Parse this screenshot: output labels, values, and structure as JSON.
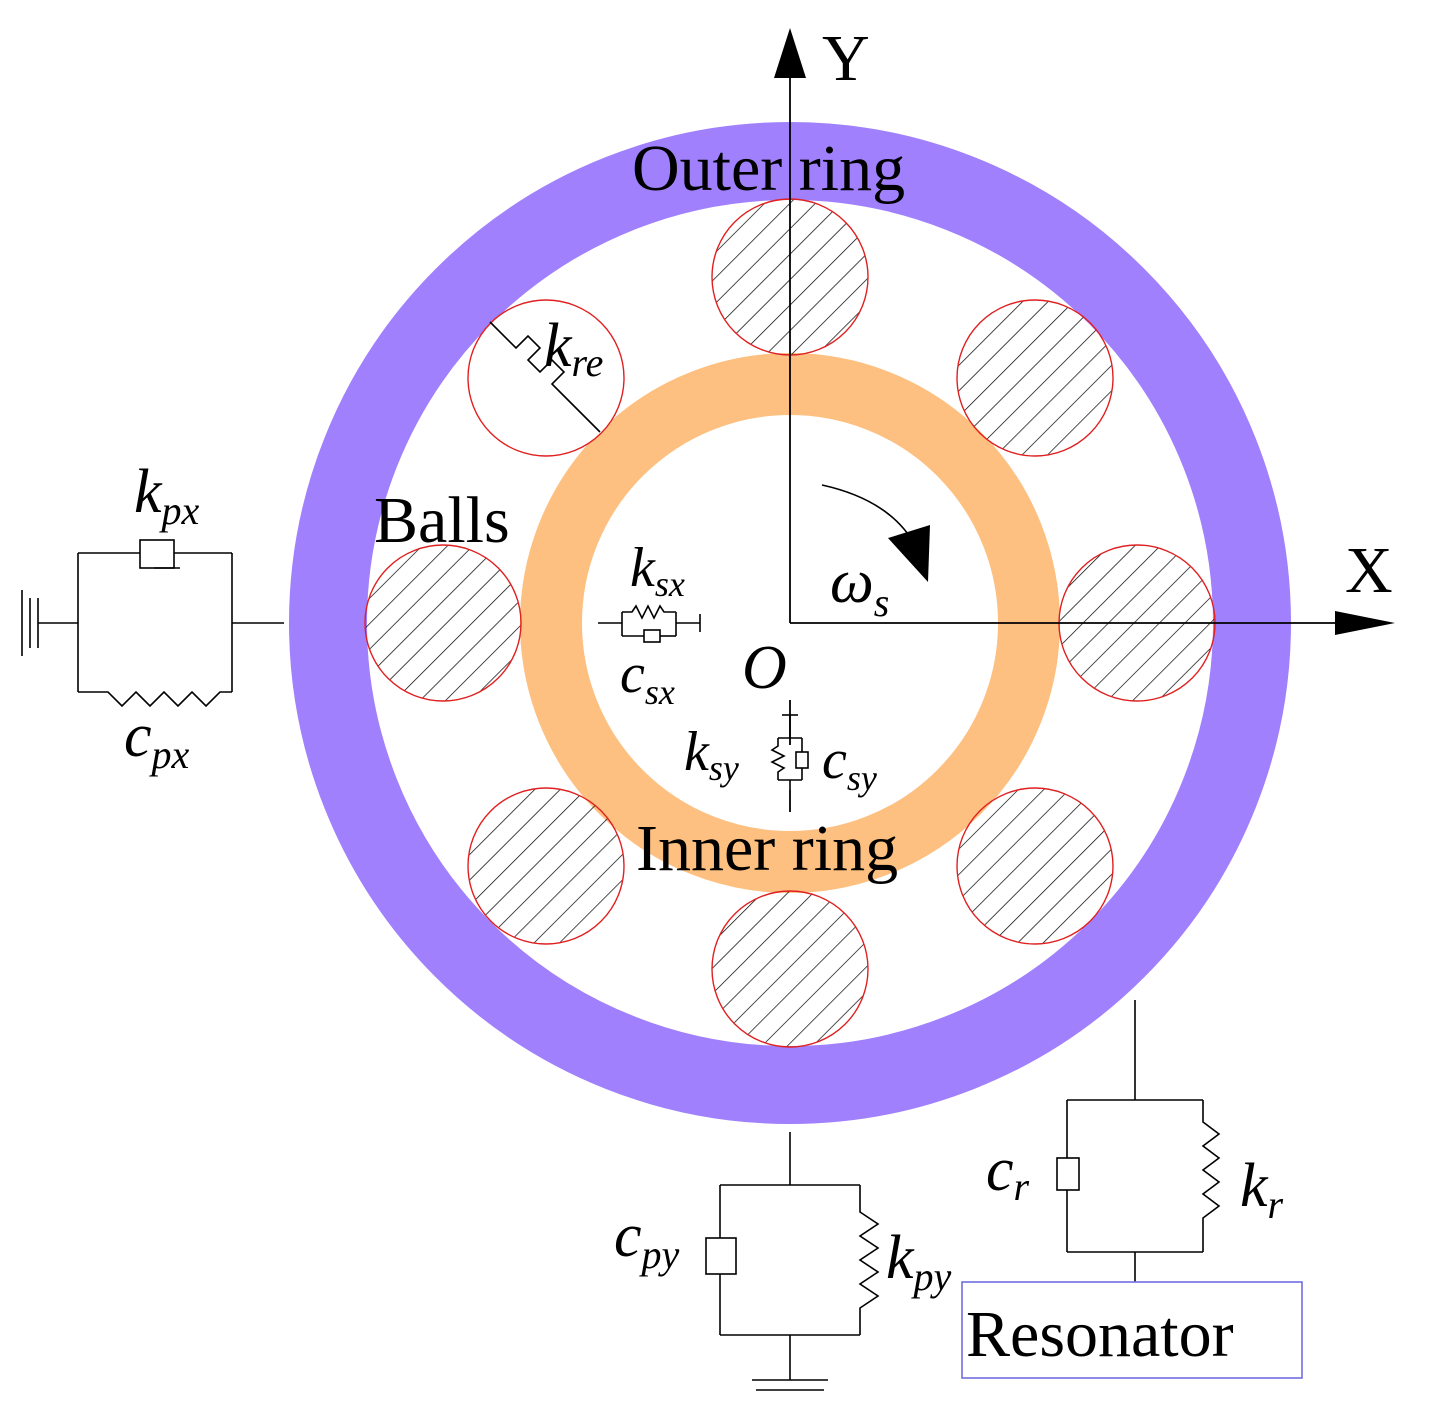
{
  "labels": {
    "axis_y": "Y",
    "axis_x": "X",
    "origin": "O",
    "outer_ring": "Outer ring",
    "inner_ring": "Inner ring",
    "balls": "Balls",
    "resonator": "Resonator"
  },
  "symbols": {
    "k_re": {
      "base": "k",
      "sub": "re"
    },
    "k_px": {
      "base": "k",
      "sub": "px"
    },
    "c_px": {
      "base": "c",
      "sub": "px"
    },
    "k_sx": {
      "base": "k",
      "sub": "sx"
    },
    "c_sx": {
      "base": "c",
      "sub": "sx"
    },
    "k_sy": {
      "base": "k",
      "sub": "sy"
    },
    "c_sy": {
      "base": "c",
      "sub": "sy"
    },
    "omega_s": {
      "base": "ω",
      "sub": "s"
    },
    "c_py": {
      "base": "c",
      "sub": "py"
    },
    "k_py": {
      "base": "k",
      "sub": "py"
    },
    "c_r": {
      "base": "c",
      "sub": "r"
    },
    "k_r": {
      "base": "k",
      "sub": "r"
    }
  },
  "colors": {
    "outer_ring": "#a080fc",
    "inner_ring": "#fdc080",
    "ball_outline": "#e02020",
    "resonator_box": "#7070e0"
  }
}
